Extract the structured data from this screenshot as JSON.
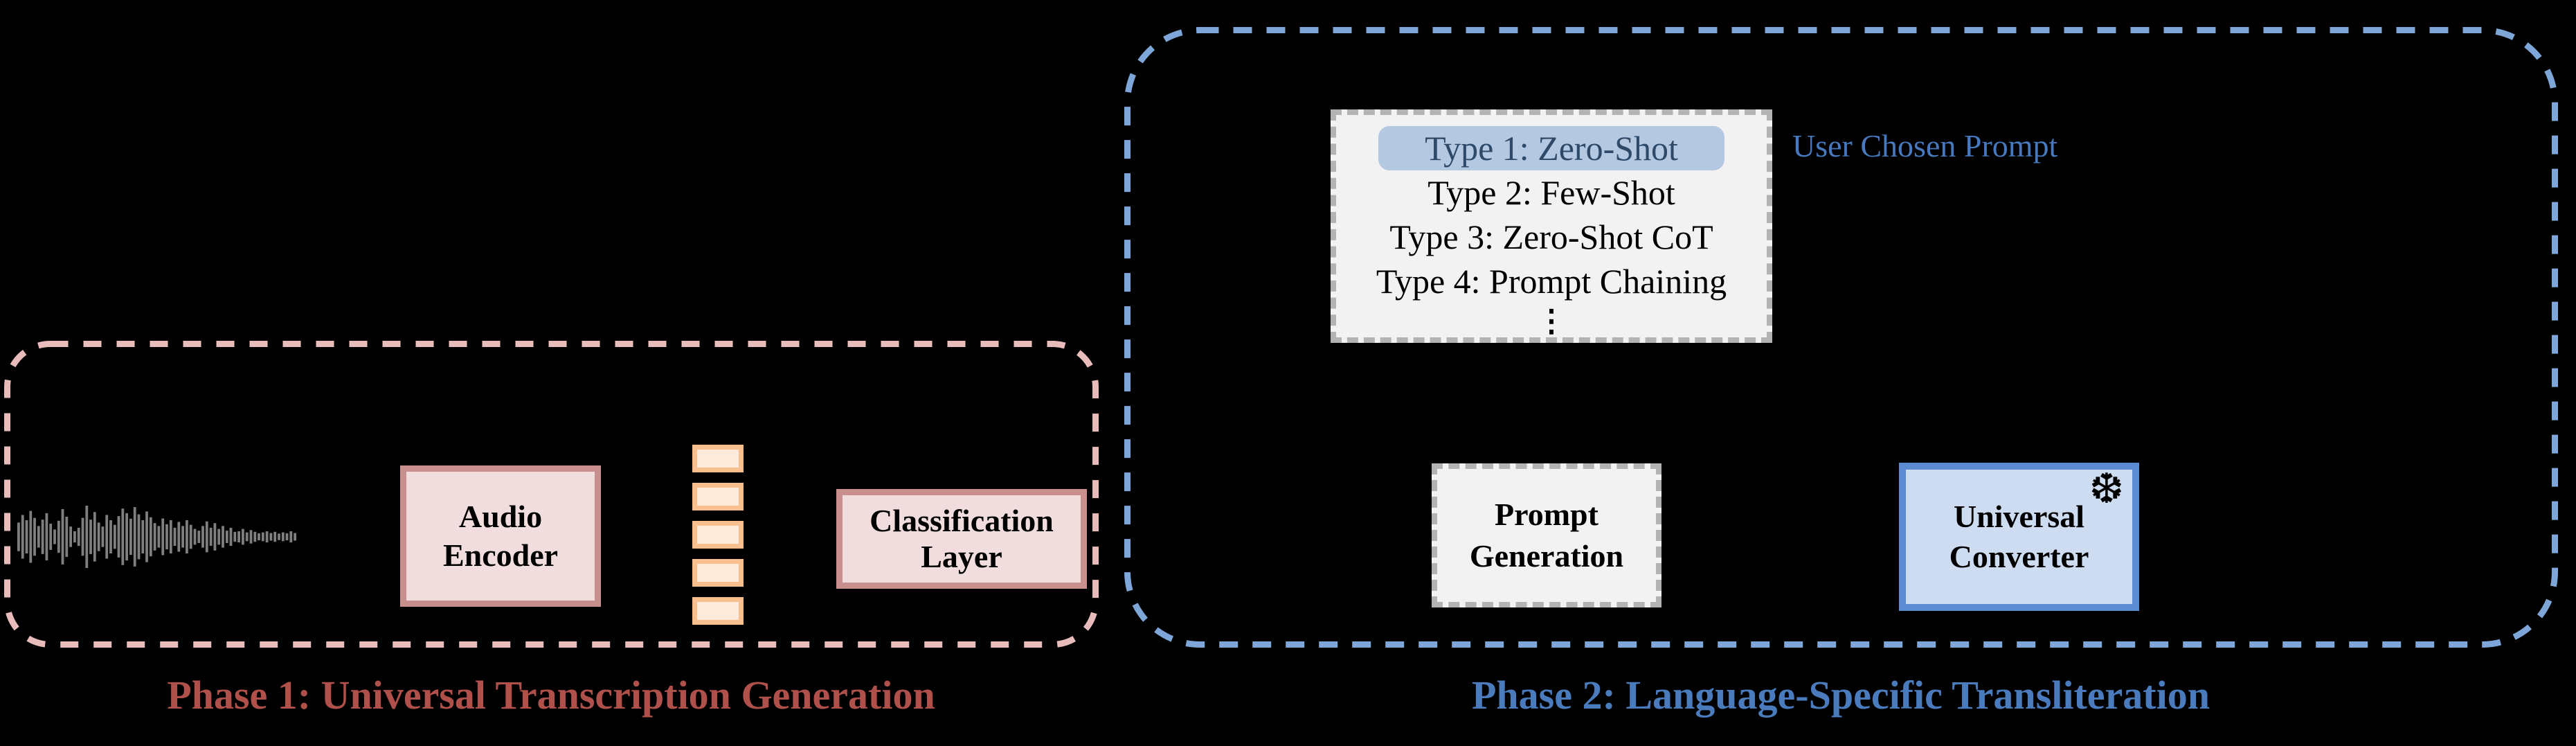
{
  "colors": {
    "background": "#000000",
    "phase1_border": "#e9bcbc",
    "phase1_label": "#b0504b",
    "pink_box_fill": "#f1dddd",
    "pink_box_border": "#c98e8e",
    "embedding_fill": "#fdeada",
    "embedding_border": "#fabf8f",
    "phase2_border": "#7ea6d8",
    "phase2_label": "#4a7cbd",
    "gray_box_fill": "#f2f2f2",
    "gray_box_border": "#b3b3b3",
    "highlight_fill": "#b5c8e2",
    "highlight_text": "#2e4a68",
    "blue_box_fill": "#cedcf2",
    "blue_box_border": "#5b8bd0",
    "user_prompt_label": "#4679bd",
    "waveform": "#7f7f7f",
    "arrow": "#000000"
  },
  "phase1": {
    "label": "Phase 1: Universal Transcription Generation",
    "audio_encoder": {
      "line1": "Audio",
      "line2": "Encoder"
    },
    "classification_layer": {
      "line1": "Classification",
      "line2": "Layer"
    },
    "waveform_amplitudes": [
      0.42,
      0.68,
      0.5,
      0.82,
      0.58,
      0.3,
      0.52,
      0.74,
      0.38,
      0.18,
      0.48,
      0.88,
      0.62,
      0.28,
      0.12,
      0.24,
      0.58,
      1.0,
      0.52,
      0.78,
      0.42,
      0.28,
      0.68,
      0.5,
      0.34,
      0.64,
      0.9,
      0.74,
      0.55,
      0.95,
      0.7,
      0.5,
      0.8,
      0.6,
      0.4,
      0.3,
      0.56,
      0.36,
      0.5,
      0.24,
      0.44,
      0.3,
      0.5,
      0.34,
      0.2,
      0.14,
      0.3,
      0.46,
      0.24,
      0.4,
      0.2,
      0.3,
      0.14,
      0.24,
      0.1,
      0.12,
      0.2,
      0.08,
      0.16,
      0.1,
      0.05,
      0.08,
      0.12,
      0.06,
      0.1,
      0.04,
      0.08,
      0.05,
      0.12,
      0.06
    ]
  },
  "phase2": {
    "label": "Phase 2: Language-Specific Transliteration",
    "prompt_list": {
      "items": [
        "Type 1: Zero-Shot",
        "Type 2: Few-Shot",
        "Type 3: Zero-Shot CoT",
        "Type 4: Prompt Chaining"
      ],
      "ellipsis": "⋮",
      "selected_index": 0
    },
    "user_chosen_prompt_label": "User Chosen Prompt",
    "prompt_generation": {
      "line1": "Prompt",
      "line2": "Generation"
    },
    "universal_converter": {
      "line1": "Universal",
      "line2": "Converter",
      "icon_char": "❆"
    }
  }
}
